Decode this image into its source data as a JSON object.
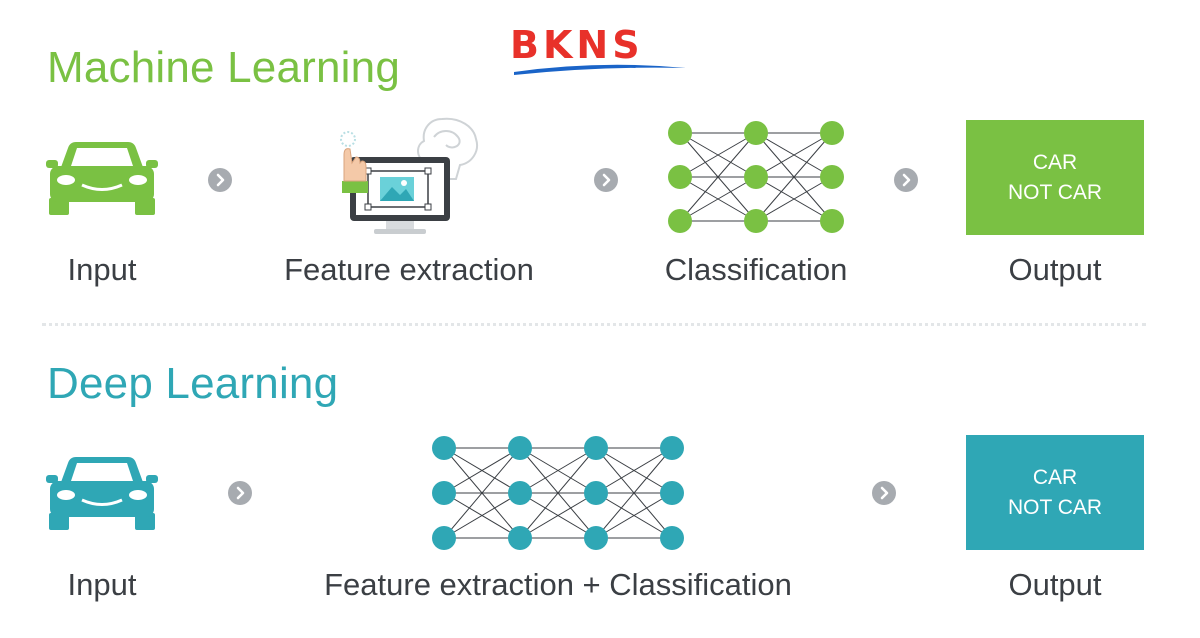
{
  "brand": {
    "logo_text": "BKNS"
  },
  "machine_learning": {
    "title": "Machine Learning",
    "color": "#7ac143",
    "steps": [
      {
        "label": "Input",
        "icon": "car-icon"
      },
      {
        "label": "Feature extraction",
        "icon": "feature-extraction-icon"
      },
      {
        "label": "Classification",
        "icon": "neural-network-icon"
      },
      {
        "label": "Output",
        "icon": "output-box"
      }
    ],
    "output_lines": [
      "CAR",
      "NOT CAR"
    ]
  },
  "deep_learning": {
    "title": "Deep Learning",
    "color": "#2fa7b5",
    "steps": [
      {
        "label": "Input",
        "icon": "car-icon"
      },
      {
        "label": "Feature extraction + Classification",
        "icon": "neural-network-icon"
      },
      {
        "label": "Output",
        "icon": "output-box"
      }
    ],
    "output_lines": [
      "CAR",
      "NOT CAR"
    ]
  },
  "arrow_icon": "chevron-right-circle-icon"
}
